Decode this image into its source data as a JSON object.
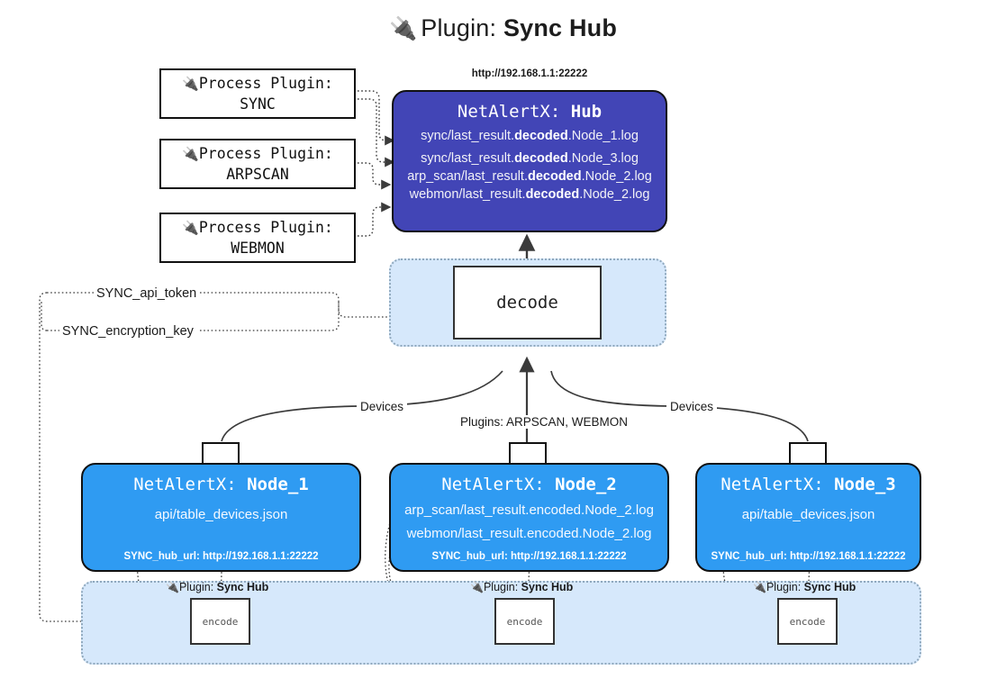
{
  "title": {
    "icon": "plug-icon",
    "prefix": "Plugin: ",
    "name": "Sync Hub"
  },
  "process_plugins": [
    {
      "icon": "plug-icon",
      "label": "Process Plugin:",
      "name": "SYNC"
    },
    {
      "icon": "plug-icon",
      "label": "Process Plugin:",
      "name": "ARPSCAN"
    },
    {
      "icon": "plug-icon",
      "label": "Process Plugin:",
      "name": "WEBMON"
    }
  ],
  "hub": {
    "url": "http://192.168.1.1:22222",
    "title_prefix": "NetAlertX: ",
    "title_name": "Hub",
    "color": "#4245b6",
    "logs": [
      {
        "pre": "sync/last_result.",
        "mid": "decoded",
        "post": ".Node_1.log"
      },
      {
        "pre": "sync/last_result.",
        "mid": "decoded",
        "post": ".Node_3.log"
      },
      {
        "pre": "arp_scan/last_result.",
        "mid": "decoded",
        "post": ".Node_2.log"
      },
      {
        "pre": "webmon/last_result.",
        "mid": "decoded",
        "post": ".Node_2.log"
      }
    ]
  },
  "decode": {
    "label": "decode",
    "group_color": "#d6e8fb"
  },
  "tokens": {
    "api_token": "SYNC_api_token",
    "encryption_key": "SYNC_encryption_key"
  },
  "edges": {
    "devices_left": "Devices",
    "devices_right": "Devices",
    "plugins_mid": "Plugins: ARPSCAN, WEBMON"
  },
  "nodes": [
    {
      "icon": "envelope-icon",
      "title_prefix": "NetAlertX: ",
      "title_name": "Node_1",
      "color": "#2f9bf2",
      "lines": [
        "api/table_devices.json"
      ],
      "footer": "SYNC_hub_url: http://192.168.1.1:22222"
    },
    {
      "icon": "envelope-icon",
      "title_prefix": "NetAlertX: ",
      "title_name": "Node_2",
      "color": "#2f9bf2",
      "lines": [
        "arp_scan/last_result.encoded.Node_2.log",
        "webmon/last_result.encoded.Node_2.log"
      ],
      "footer": "SYNC_hub_url: http://192.168.1.1:22222"
    },
    {
      "icon": "envelope-icon",
      "title_prefix": "NetAlertX: ",
      "title_name": "Node_3",
      "color": "#2f9bf2",
      "lines": [
        "api/table_devices.json"
      ],
      "footer": "SYNC_hub_url: http://192.168.1.1:22222"
    }
  ],
  "encoders": [
    {
      "caption_prefix": "Plugin: ",
      "caption_name": "Sync Hub",
      "label": "encode"
    },
    {
      "caption_prefix": "Plugin: ",
      "caption_name": "Sync Hub",
      "label": "encode"
    },
    {
      "caption_prefix": "Plugin: ",
      "caption_name": "Sync Hub",
      "label": "encode"
    }
  ]
}
